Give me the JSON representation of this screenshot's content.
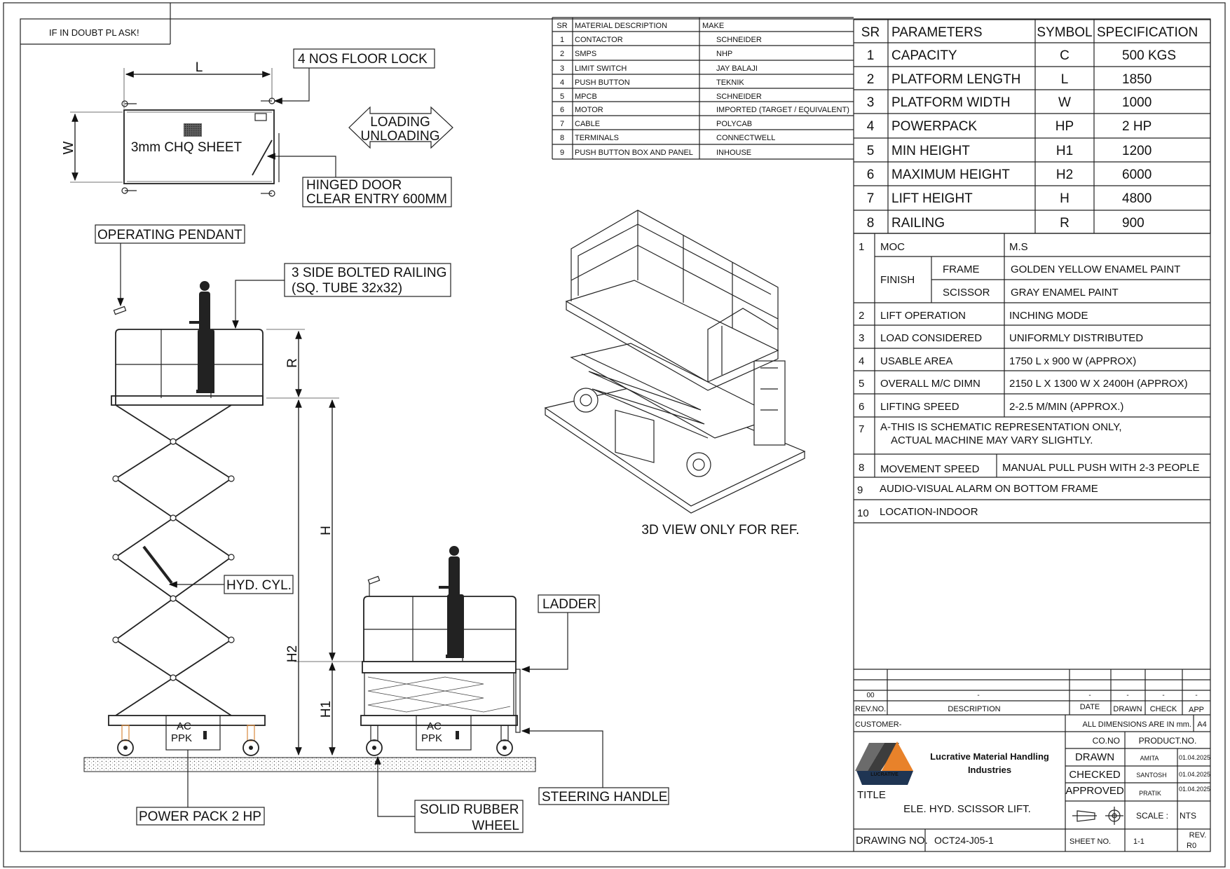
{
  "note": "IF IN DOUBT PL ASK!",
  "plan_view": {
    "floor_lock": "4 NOS FLOOR LOCK",
    "dim_l": "L",
    "dim_w": "W",
    "sheet": "3mm CHQ SHEET",
    "loading": "LOADING",
    "unloading": "UNLOADING",
    "hinged_door_1": "HINGED DOOR",
    "hinged_door_2": "CLEAR ENTRY 600MM"
  },
  "elevation": {
    "operating_pendant": "OPERATING PENDANT",
    "railing_1": "3 SIDE BOLTED RAILING",
    "railing_2": "(SQ. TUBE 32x32)",
    "hyd_cyl": "HYD. CYL.",
    "ladder": "LADDER",
    "steering_handle": "STEERING HANDLE",
    "wheel_1": "SOLID RUBBER",
    "wheel_2": "WHEEL",
    "power_pack": "POWER PACK 2 HP",
    "ac": "AC",
    "ppk": "PPK",
    "dim_r": "R",
    "dim_h": "H",
    "dim_h1": "H1",
    "dim_h2": "H2",
    "view_3d": "3D VIEW ONLY FOR REF."
  },
  "materials": {
    "headers": [
      "SR",
      "MATERIAL DESCRIPTION",
      "MAKE"
    ],
    "rows": [
      [
        "1",
        "CONTACTOR",
        "SCHNEIDER"
      ],
      [
        "2",
        "SMPS",
        "NHP"
      ],
      [
        "3",
        "LIMIT SWITCH",
        "JAY BALAJI"
      ],
      [
        "4",
        "PUSH BUTTON",
        "TEKNIK"
      ],
      [
        "5",
        "MPCB",
        "SCHNEIDER"
      ],
      [
        "6",
        "MOTOR",
        "IMPORTED (TARGET / EQUIVALENT)"
      ],
      [
        "7",
        "CABLE",
        "POLYCAB"
      ],
      [
        "8",
        "TERMINALS",
        "CONNECTWELL"
      ],
      [
        "9",
        "PUSH BUTTON BOX AND PANEL",
        "INHOUSE"
      ]
    ]
  },
  "parameters": {
    "headers": [
      "SR",
      "PARAMETERS",
      "SYMBOL",
      "SPECIFICATION"
    ],
    "rows": [
      [
        "1",
        "CAPACITY",
        "C",
        "500 KGS"
      ],
      [
        "2",
        "PLATFORM LENGTH",
        "L",
        "1850"
      ],
      [
        "3",
        "PLATFORM WIDTH",
        "W",
        "1000"
      ],
      [
        "4",
        "POWERPACK",
        "HP",
        "2 HP"
      ],
      [
        "5",
        "MIN HEIGHT",
        "H1",
        "1200"
      ],
      [
        "6",
        "MAXIMUM HEIGHT",
        "H2",
        "6000"
      ],
      [
        "7",
        "LIFT HEIGHT",
        "H",
        "4800"
      ],
      [
        "8",
        "RAILING",
        "R",
        "900"
      ]
    ]
  },
  "specs": {
    "moc": {
      "no": "1",
      "label": "MOC",
      "value": "M.S"
    },
    "finish": {
      "label": "FINISH",
      "frame": "FRAME",
      "frame_value": "GOLDEN YELLOW ENAMEL PAINT",
      "scissor": "SCISSOR",
      "scissor_value": "GRAY ENAMEL PAINT"
    },
    "rows": [
      [
        "2",
        "LIFT OPERATION",
        "INCHING MODE"
      ],
      [
        "3",
        "LOAD CONSIDERED",
        "UNIFORMLY DISTRIBUTED"
      ],
      [
        "4",
        "USABLE AREA",
        "1750 L x 900 W (APPROX)"
      ],
      [
        "5",
        "OVERALL M/C DIMN",
        "2150 L X 1300 W X 2400H (APPROX)"
      ],
      [
        "6",
        "LIFTING SPEED",
        "2-2.5 M/MIN (APPROX.)"
      ]
    ],
    "note": {
      "no": "7",
      "line1": "A-THIS IS SCHEMATIC REPRESENTATION ONLY,",
      "line2": "ACTUAL MACHINE MAY VARY SLIGHTLY."
    },
    "movement": {
      "no": "8",
      "label": "MOVEMENT SPEED",
      "value": "MANUAL PULL PUSH WITH 2-3 PEOPLE"
    },
    "alarm": {
      "no": "9",
      "text": "AUDIO-VISUAL ALARM ON BOTTOM FRAME"
    },
    "location": {
      "no": "10",
      "text": "LOCATION-INDOOR"
    }
  },
  "title_block": {
    "rev_no_value": "00",
    "rev_desc_value": "-",
    "rev_date_value": "-",
    "rev_drawn_value": "-",
    "rev_check_value": "-",
    "rev_app_value": "-",
    "rev_no": "REV.NO.",
    "description": "DESCRIPTION",
    "date": "DATE",
    "drawn": "DRAWN",
    "check": "CHECK",
    "app": "APP",
    "customer": "CUSTOMER-",
    "dimensions": "ALL DIMENSIONS ARE IN mm.",
    "paper": "A4",
    "company_1": "Lucrative Material Handling",
    "company_2": "Industries",
    "logo_text": "LUCRATIVE",
    "title_label": "TITLE",
    "title": "ELE. HYD. SCISSOR LIFT.",
    "co_no": "CO.NO",
    "product_no": "PRODUCT.NO.",
    "drawn_label": "DRAWN",
    "drawn_by": "AMITA",
    "drawn_date": "01.04.2025",
    "checked_label": "CHECKED",
    "checked_by": "SANTOSH",
    "checked_date": "01.04.2025",
    "approved_label": "APPROVED",
    "approved_by": "PRATIK",
    "approved_date": "01.04.2025",
    "scale_label": "SCALE :",
    "scale": "NTS",
    "drawing_no_label": "DRAWING NO.",
    "drawing_no": "OCT24-J05-1",
    "sheet_no_label": "SHEET NO.",
    "sheet_no": "1-1",
    "rev_label": "REV.",
    "rev": "R0"
  },
  "colors": {
    "logo_orange": "#e8822a",
    "logo_navy": "#1f3553",
    "logo_gray": "#6b6b6b"
  }
}
